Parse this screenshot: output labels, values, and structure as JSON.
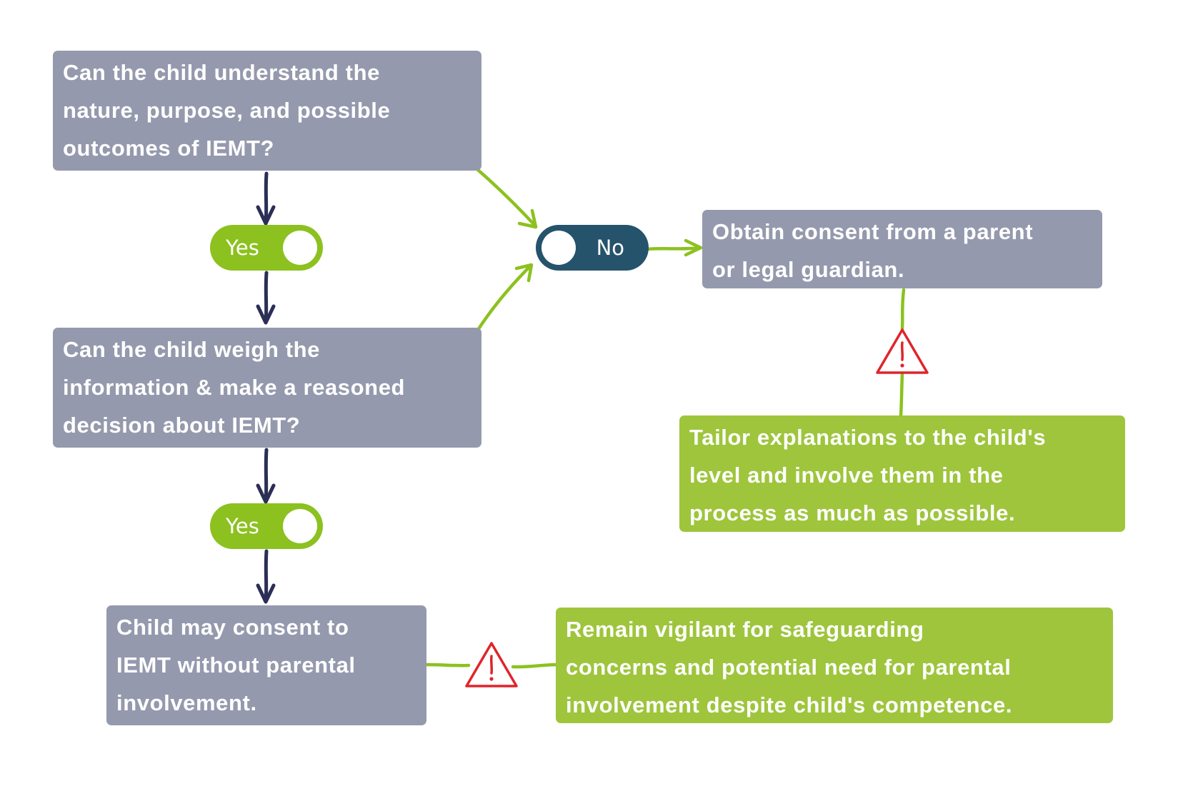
{
  "nodes": {
    "q_understand": "Can the child understand the\nnature, purpose, and possible\noutcomes of IEMT?",
    "q_weigh": "Can the child weigh the\ninformation & make a reasoned\ndecision about IEMT?",
    "consent_parent": "Obtain consent from a parent\nor legal guardian.",
    "tailor": "Tailor explanations to the child's\nlevel and involve them in the\nprocess as much as possible.",
    "child_consent": "Child may consent to\nIEMT without parental\ninvolvement.",
    "vigilant": "Remain vigilant for safeguarding\nconcerns and potential need for parental\ninvolvement despite child's competence."
  },
  "toggles": {
    "yes_1": "Yes",
    "yes_2": "Yes",
    "no": "No"
  },
  "colors": {
    "question_box": "#9499ad",
    "note_box": "#9ec53c",
    "yes_toggle": "#8cc11f",
    "no_toggle": "#25536b",
    "yes_arrow": "#2b2f55",
    "no_arrow": "#8cc11f",
    "warning": "#e0242b"
  },
  "icons": {
    "warning_1": "warning-triangle-icon",
    "warning_2": "warning-triangle-icon"
  }
}
